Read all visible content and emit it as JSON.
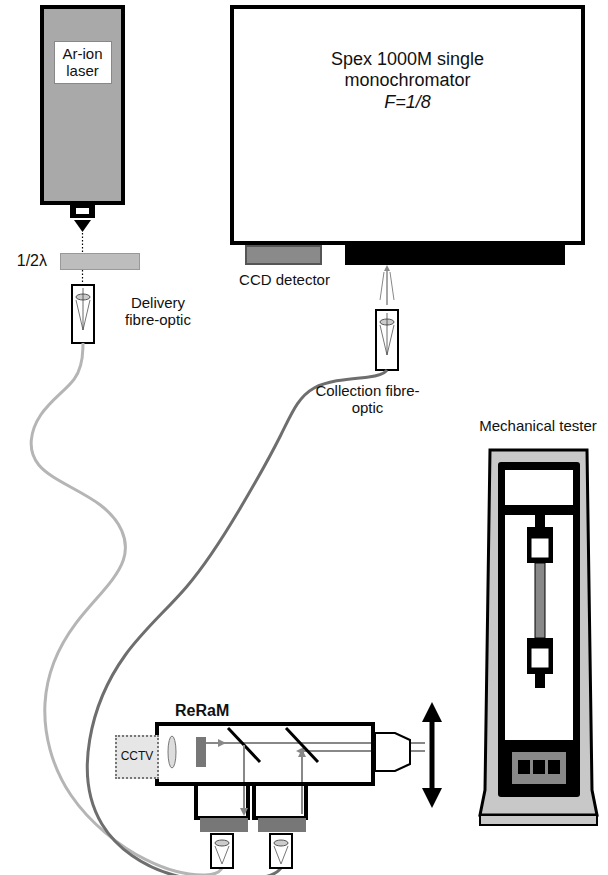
{
  "diagram": {
    "nodes": [
      {
        "text": [
          "Ar-ion laser"
        ]
      },
      {
        "text": [
          "Spex 1000M single monochromator",
          "F=1/8"
        ]
      },
      {
        "text": [
          "CCD detector"
        ]
      },
      {
        "text": [
          "1/2λ"
        ]
      },
      {
        "text": [
          "ReRaM"
        ]
      },
      {
        "text": [
          "CCTV"
        ]
      }
    ],
    "labels": [
      "Delivery fibre-optic",
      "Collection fibre-optic",
      "Mechanical tester"
    ]
  }
}
